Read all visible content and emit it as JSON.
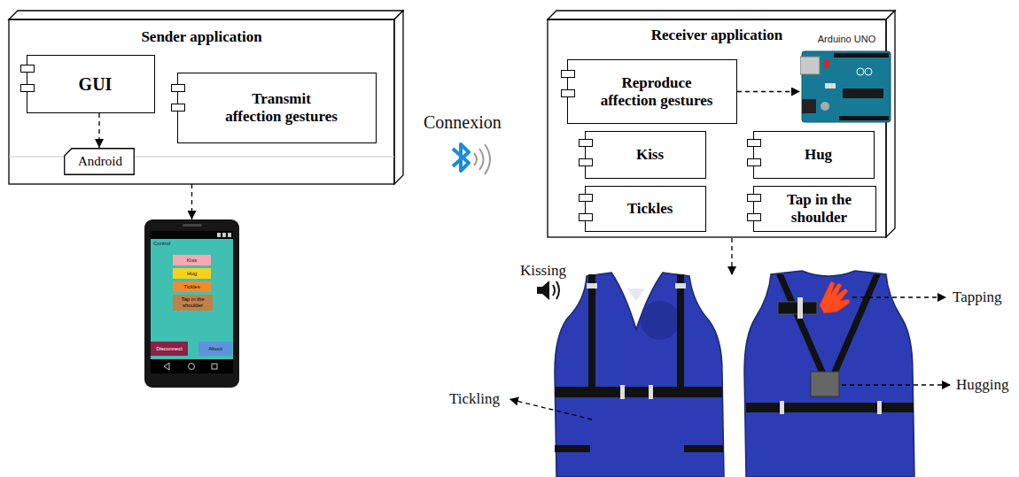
{
  "diagram": {
    "nodes": [
      {
        "text": [
          "Sender application"
        ]
      },
      {
        "text": [
          "GUI"
        ],
        "in": 0
      },
      {
        "text": [
          "Transmit affection gestures"
        ],
        "in": 0
      },
      {
        "text": [
          "Android"
        ],
        "in": 0
      },
      {
        "text": [
          "Control"
        ]
      },
      {
        "text": [
          "Kiss"
        ],
        "in": 4
      },
      {
        "text": [
          "Hug"
        ],
        "in": 4
      },
      {
        "text": [
          "Tickles"
        ],
        "in": 4
      },
      {
        "text": [
          "Tap in the shoulder"
        ],
        "in": 4
      },
      {
        "text": [
          "Disconnect"
        ],
        "in": 4
      },
      {
        "text": [
          "About"
        ],
        "in": 4
      },
      {
        "text": [
          "Receiver application"
        ]
      },
      {
        "text": [
          "Reproduce affection gestures"
        ],
        "in": 11
      },
      {
        "text": [
          "Arduino UNO"
        ],
        "in": 11
      },
      {
        "text": [
          "Kiss"
        ],
        "in": 11
      },
      {
        "text": [
          "Hug"
        ],
        "in": 11
      },
      {
        "text": [
          "Tickles"
        ],
        "in": 11
      },
      {
        "text": [
          "Tap in the shoulder"
        ],
        "in": 11
      }
    ],
    "edges": [
      {
        "from": 1,
        "to": 3,
        "arrow": "to"
      },
      {
        "from": 0,
        "to": 4,
        "arrow": "to"
      },
      {
        "from": 12,
        "to": 13,
        "arrow": "to"
      }
    ],
    "labels": [
      "Connexion",
      "Kissing",
      "Tickling",
      "Tapping",
      "Hugging"
    ]
  }
}
